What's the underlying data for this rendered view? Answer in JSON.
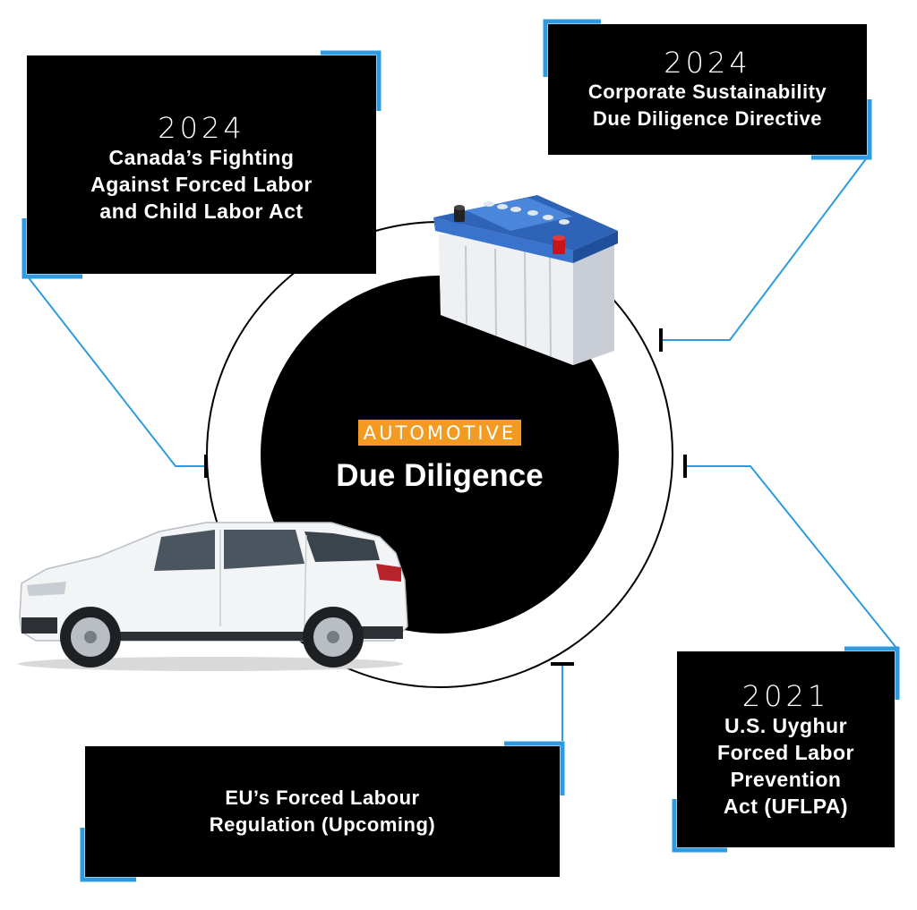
{
  "center": {
    "kicker": "AUTOMOTIVE",
    "title": "Due Diligence"
  },
  "regulations": [
    {
      "year": "2024",
      "label": "Canada’s Fighting\nAgainst Forced Labor\nand Child Labor Act"
    },
    {
      "year": "2024",
      "label": "Corporate Sustainability\nDue Diligence Directive"
    },
    {
      "year": "2021",
      "label": "U.S. Uyghur\nForced Labor\nPrevention\nAct (UFLPA)"
    },
    {
      "year": "",
      "label": "EU’s Forced Labour\nRegulation (Upcoming)"
    }
  ],
  "colors": {
    "accent_blue": "#2e9be0",
    "kicker_orange": "#f29a22",
    "box_bg": "#000000",
    "circle_bg": "#000000"
  },
  "icons": [
    "car-battery-icon",
    "white-suv-car-icon"
  ]
}
